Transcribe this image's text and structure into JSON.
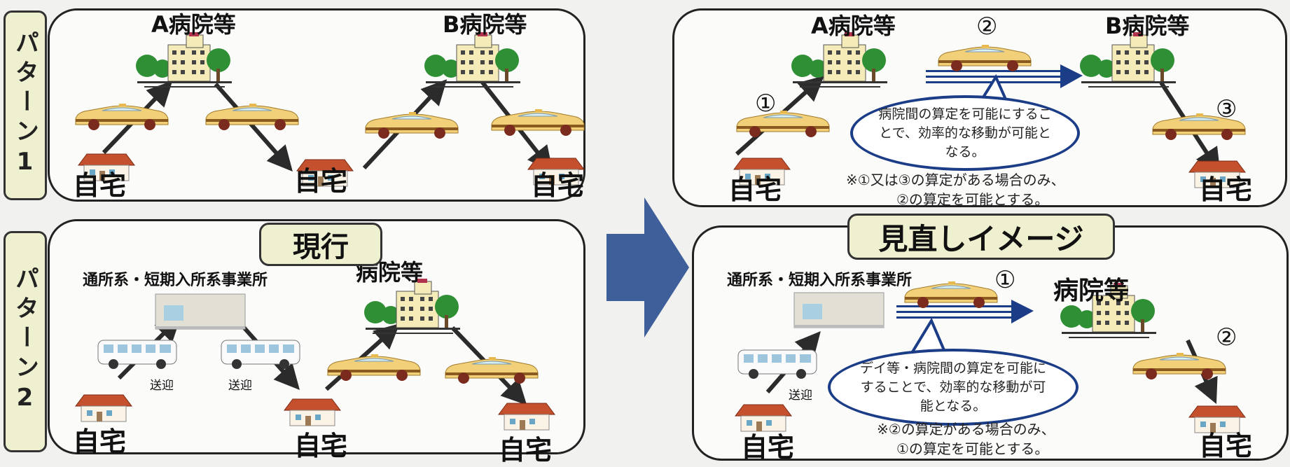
{
  "labels": {
    "pattern1": "パターン1",
    "pattern2": "パターン2",
    "current": "現行",
    "revised": "見直しイメージ"
  },
  "left": {
    "p1": {
      "hospital_a": "A病院等",
      "hospital_b": "B病院等",
      "home1": "自宅",
      "home2": "自宅",
      "home3": "自宅"
    },
    "p2": {
      "office": "通所系・短期入所系事業所",
      "hospital": "病院等",
      "sogei1": "送迎",
      "sogei2": "送迎",
      "home1": "自宅",
      "home2": "自宅",
      "home3": "自宅"
    }
  },
  "right": {
    "p1": {
      "hospital_a": "A病院等",
      "hospital_b": "B病院等",
      "num1": "①",
      "num2": "②",
      "num3": "③",
      "bubble": "病院間の算定を可能にすることで、効率的な移動が可能となる。",
      "note1": "※①又は③の算定がある場合のみ、",
      "note2": "②の算定を可能とする。",
      "home1": "自宅",
      "home2": "自宅"
    },
    "p2": {
      "office": "通所系・短期入所系事業所",
      "hospital": "病院等",
      "num1": "①",
      "num2": "②",
      "sogei": "送迎",
      "bubble": "デイ等・病院間の算定を可能にすることで、効率的な移動が可能となる。",
      "note1": "※②の算定がある場合のみ、",
      "note2": "①の算定を可能とする。",
      "home1": "自宅",
      "home2": "自宅"
    }
  },
  "colors": {
    "arrow_blue": "#3e5f9a",
    "route_blue": "#1b3c86",
    "tab_fill": "#eef0cf",
    "taxi_yellow": "#f2d07a"
  }
}
